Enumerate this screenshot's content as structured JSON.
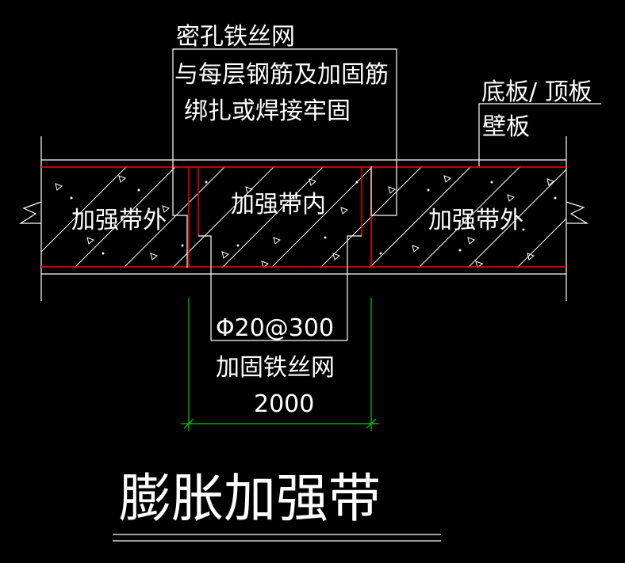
{
  "labels": {
    "mesh_fine": "密孔铁丝网",
    "tie_note_line1": "与每层钢筋及加固筋",
    "tie_note_line2": "绑扎或焊接牢固",
    "slab_line1": "底板/ 顶板",
    "slab_line2": "壁板",
    "outside_left": "加强带外",
    "inside": "加强带内",
    "outside_right": "加强带外",
    "rebar_spec": "Φ20@300",
    "mesh_reinforce": "加固铁丝网",
    "dimension": "2000",
    "title": "膨胀加强带"
  },
  "colors": {
    "background": "#000000",
    "lines": "#ffffff",
    "reinforcement": "#ff0000",
    "dimension": "#00cc00",
    "text": "#ffffff"
  }
}
